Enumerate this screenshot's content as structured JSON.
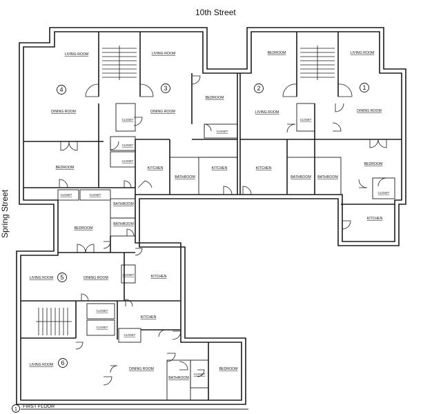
{
  "streets": {
    "north": "10th Street",
    "west": "Spring Street"
  },
  "title": {
    "number": "1",
    "label": "FIRST FLOOR"
  },
  "units": [
    "1",
    "2",
    "3",
    "4",
    "5",
    "6"
  ],
  "rooms": {
    "living_room": "LIVING ROOM",
    "dining_room": "DINING ROOM",
    "bedroom": "BEDROOM",
    "kitchen": "KITCHEN",
    "bathroom": "BATHROOM",
    "closet": "CLOSET"
  }
}
